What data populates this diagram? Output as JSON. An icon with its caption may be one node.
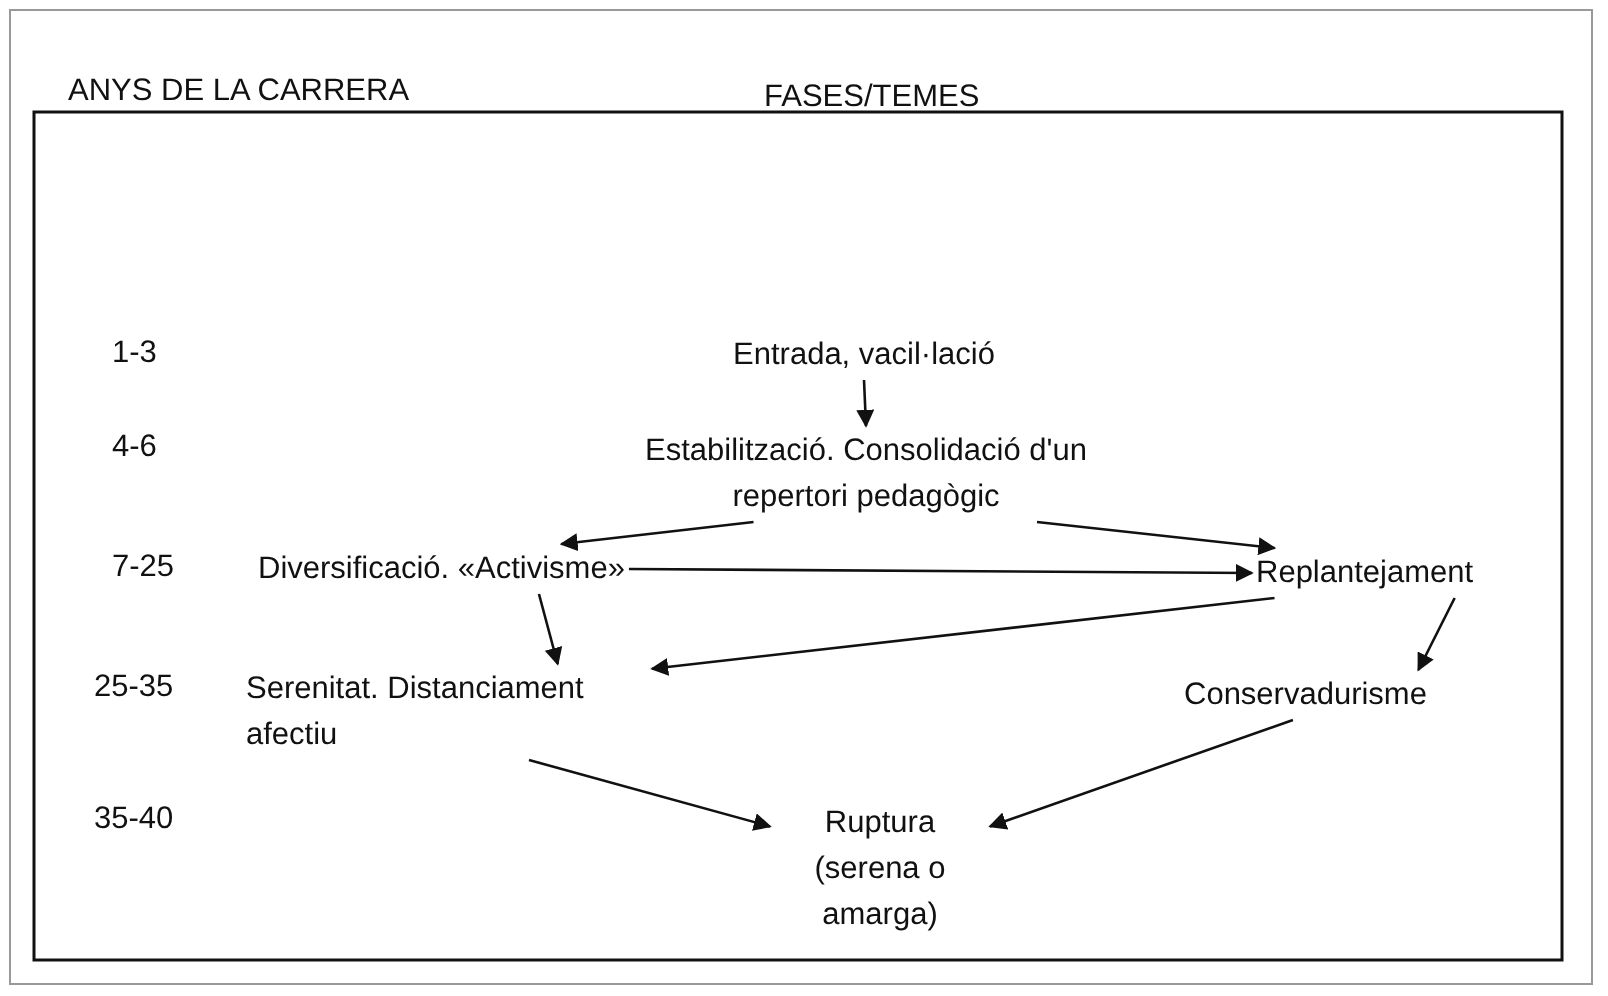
{
  "diagram": {
    "nodes": [
      {
        "text": [
          "Entrada, vacil·lació"
        ]
      },
      {
        "text": [
          "Estabilització. Consolidació d'un repertori pedagògic"
        ]
      },
      {
        "text": [
          "Diversificació. «Activisme»"
        ]
      },
      {
        "text": [
          "Replantejament"
        ]
      },
      {
        "text": [
          "Serenitat. Distanciament afectiu"
        ]
      },
      {
        "text": [
          "Conservadurisme"
        ]
      },
      {
        "text": [
          "Ruptura (serena o amarga)"
        ]
      }
    ],
    "edges": [
      {
        "from": 0,
        "to": 1,
        "arrow": "to"
      },
      {
        "from": 1,
        "to": 2,
        "arrow": "to"
      },
      {
        "from": 1,
        "to": 3,
        "arrow": "to"
      },
      {
        "from": 2,
        "to": 3,
        "arrow": "to"
      },
      {
        "from": 2,
        "to": 4,
        "arrow": "to"
      },
      {
        "from": 3,
        "to": 4,
        "arrow": "to"
      },
      {
        "from": 3,
        "to": 5,
        "arrow": "to"
      },
      {
        "from": 4,
        "to": 6,
        "arrow": "to"
      },
      {
        "from": 5,
        "to": 6,
        "arrow": "to"
      }
    ],
    "labels": [
      "ANYS DE LA CARRERA",
      "FASES/TEMES",
      "1-3",
      "4-6",
      "7-25",
      "25-35",
      "35-40"
    ]
  }
}
